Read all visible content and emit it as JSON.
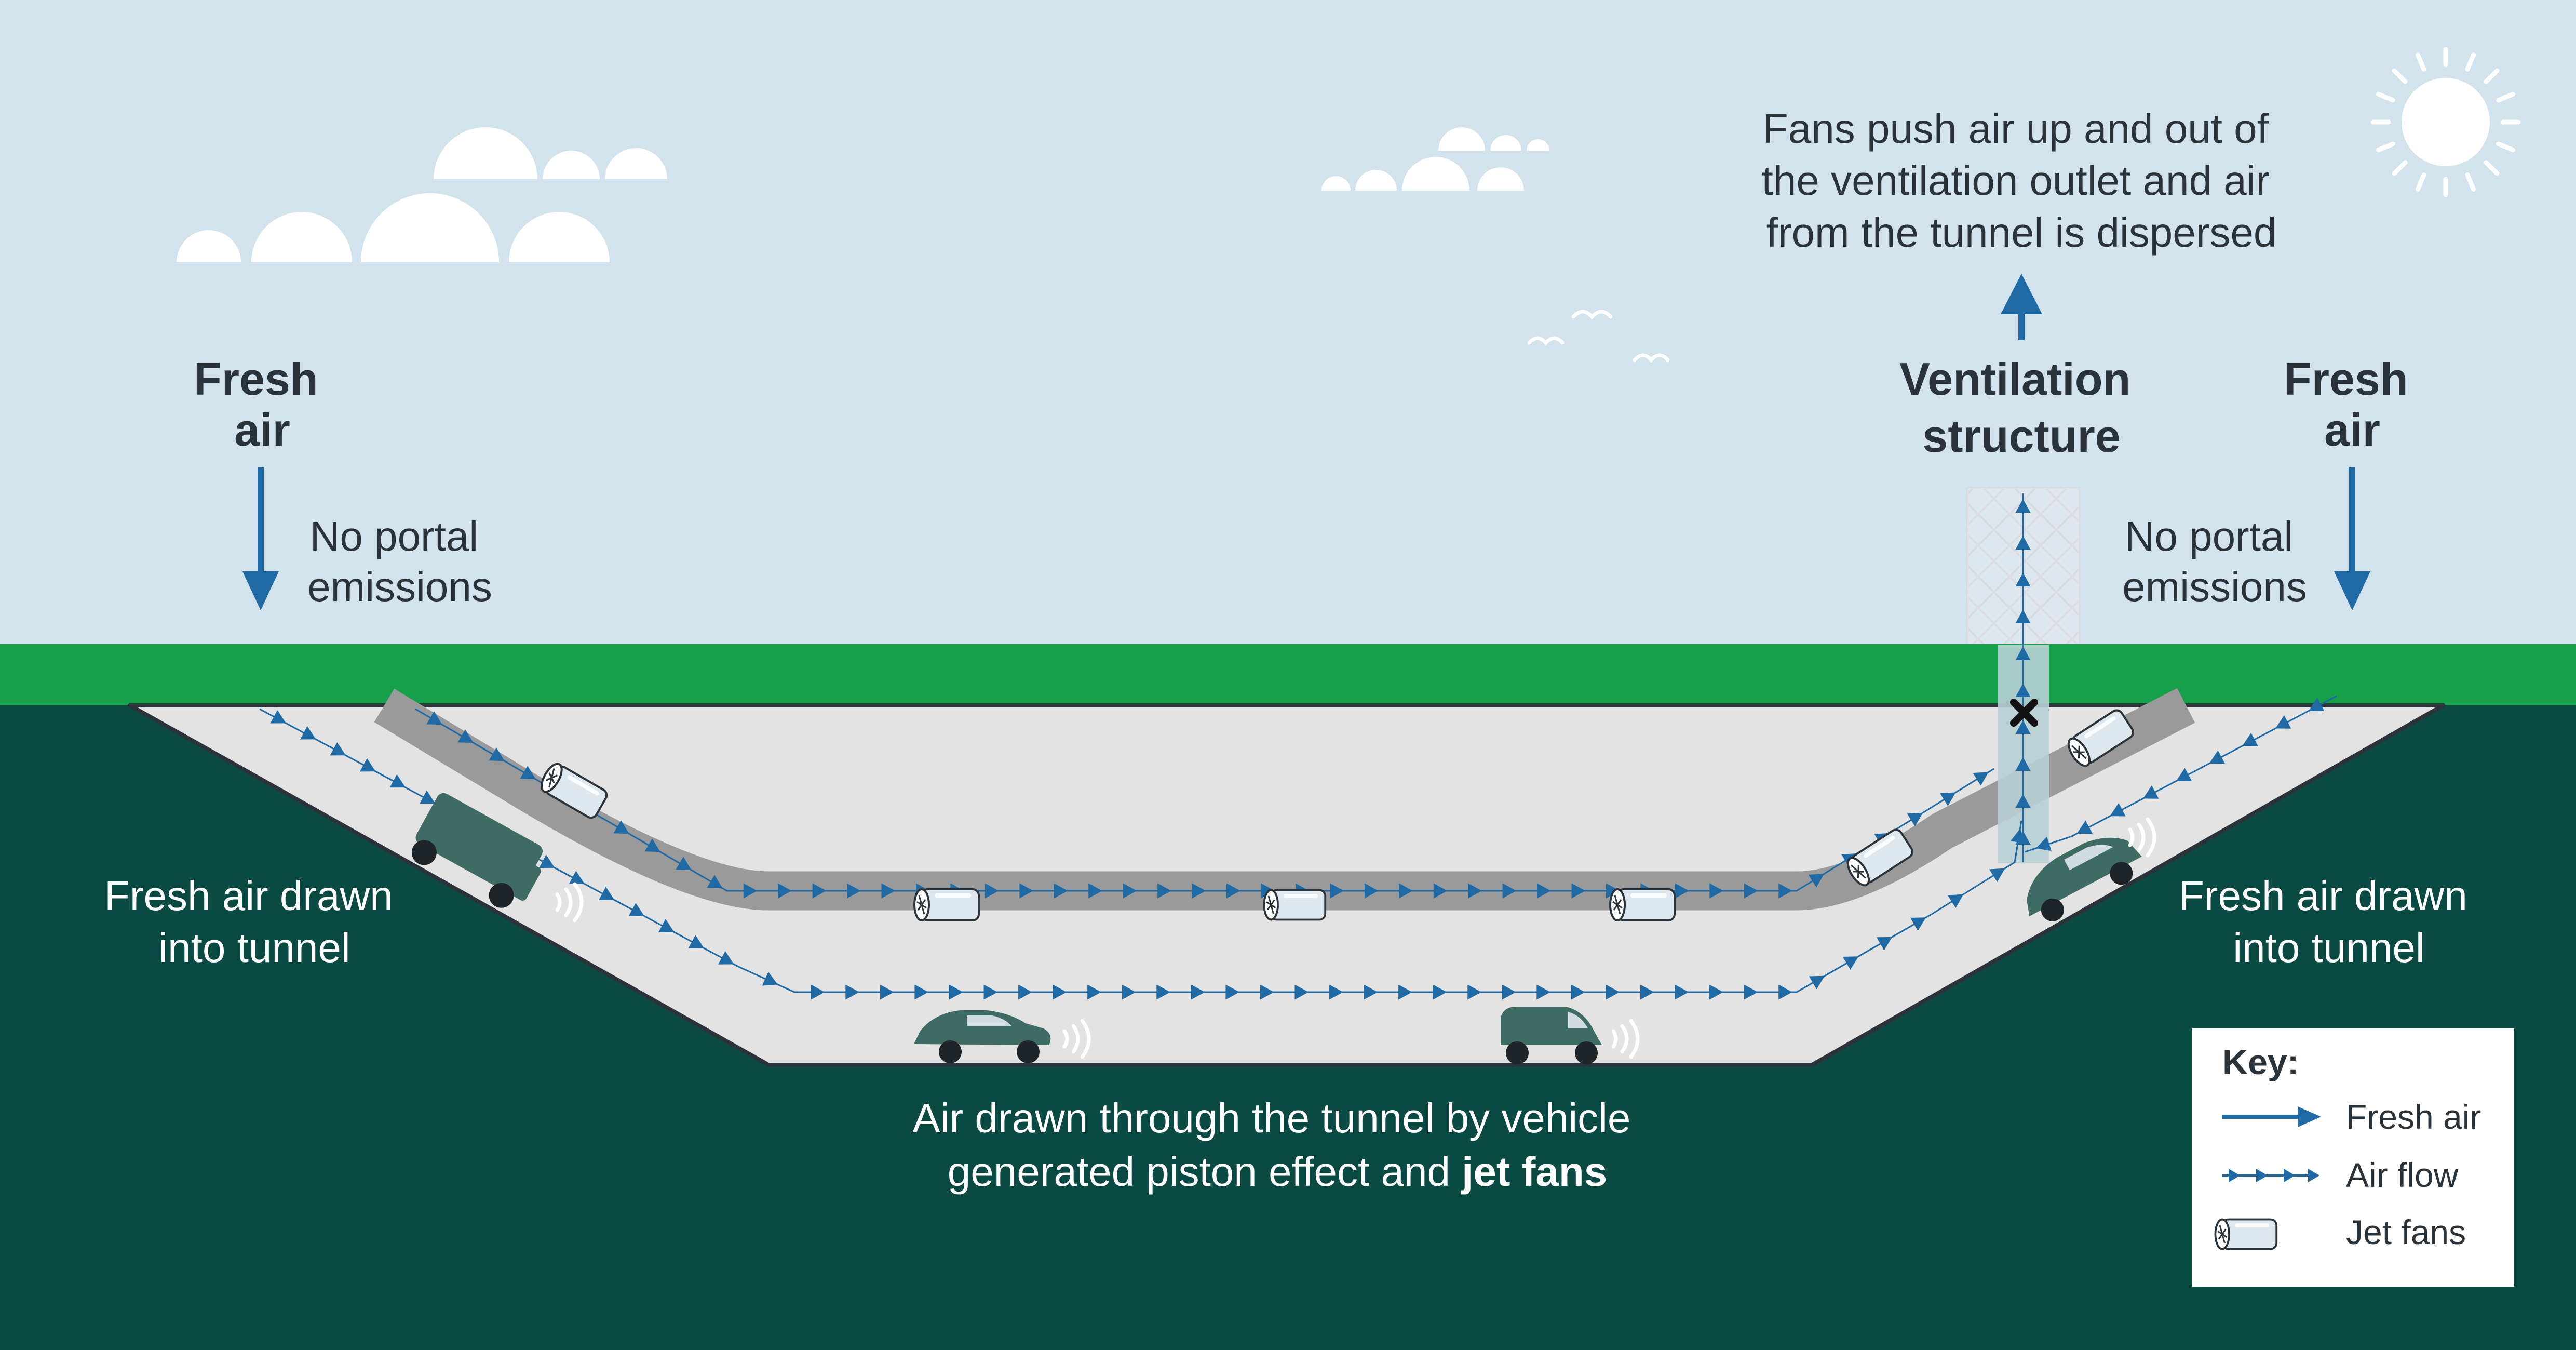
{
  "labels": {
    "left_fresh_air": [
      "Fresh",
      "air"
    ],
    "right_fresh_air": [
      "Fresh",
      "air"
    ],
    "left_no_portal": [
      "No portal",
      "emissions"
    ],
    "right_no_portal": [
      "No portal",
      "emissions"
    ],
    "ventilation_structure": [
      "Ventilation",
      "structure"
    ],
    "fans_push": [
      "Fans push air up and out of",
      "the ventilation outlet and air",
      "from the tunnel is dispersed"
    ],
    "left_fresh_drawn": [
      "Fresh air drawn",
      "into tunnel"
    ],
    "right_fresh_drawn": [
      "Fresh air drawn",
      "into tunnel"
    ],
    "bottom_caption_line1": "Air drawn through the tunnel by vehicle",
    "bottom_caption_line2_prefix": "generated piston effect and ",
    "bottom_caption_line2_bold": "jet fans"
  },
  "key": {
    "title": "Key:",
    "items": [
      {
        "icon": "arrow-icon",
        "label": "Fresh air"
      },
      {
        "icon": "airflow-icon",
        "label": "Air flow"
      },
      {
        "icon": "jet-fan-icon",
        "label": "Jet fans"
      }
    ]
  },
  "colors": {
    "sky": "#d2e3ee",
    "grass": "#16a04b",
    "ground": "#0b4a42",
    "tunnel": "#e3e3e3",
    "tunnel_dark": "#9a9a9a",
    "arrow_blue": "#1f6aa5",
    "vehicle": "#3e6b63",
    "text": "#2b333a"
  }
}
